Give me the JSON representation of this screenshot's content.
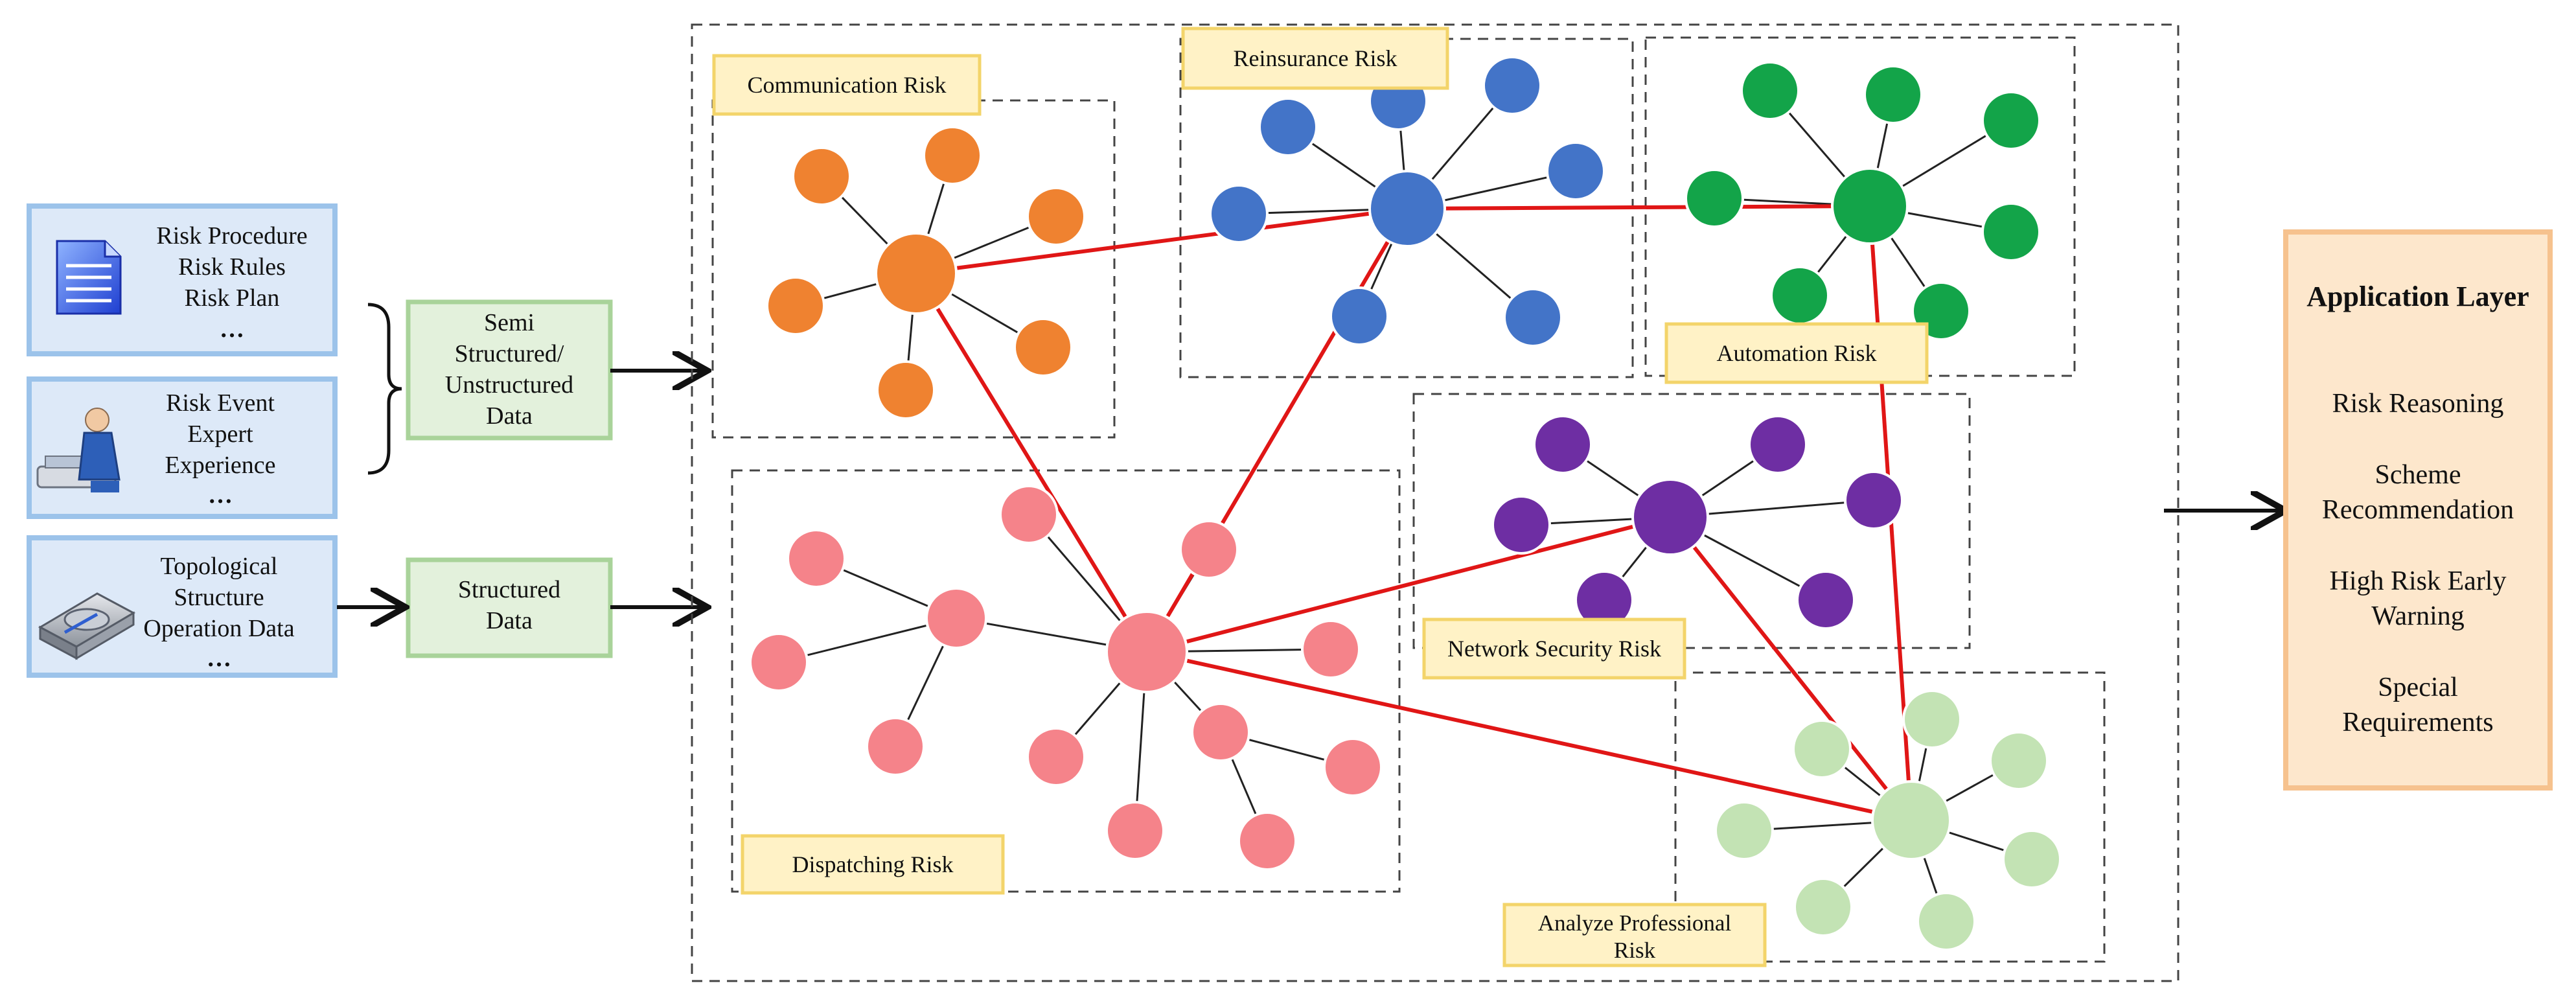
{
  "sources": [
    {
      "lines": [
        "Risk Procedure",
        "Risk Rules",
        "Risk Plan",
        "…"
      ],
      "icon": "document-icon"
    },
    {
      "lines": [
        "Risk Event",
        "Expert",
        "Experience",
        "…"
      ],
      "icon": "expert-person-icon"
    },
    {
      "lines": [
        "Topological",
        "Structure",
        "Operation Data",
        "…"
      ],
      "icon": "hard-disk-icon"
    }
  ],
  "data_types": {
    "semi": [
      "Semi",
      "Structured/",
      "Unstructured",
      "Data"
    ],
    "structured": [
      "Structured",
      "Data"
    ]
  },
  "clusters": {
    "communication": {
      "label": "Communication Risk",
      "color": "#ef8230"
    },
    "reinsurance": {
      "label": "Reinsurance Risk",
      "color": "#4374c8"
    },
    "automation": {
      "label": "Automation Risk",
      "color": "#13a449"
    },
    "network": {
      "label": "Network Security Risk",
      "color": "#6e2ea3"
    },
    "dispatching": {
      "label": "Dispatching Risk",
      "color": "#f5838a"
    },
    "professional": {
      "label": [
        "Analyze Professional",
        "Risk"
      ],
      "color": "#c3e3b4"
    }
  },
  "application": {
    "title": "Application Layer",
    "items": [
      [
        "Risk Reasoning"
      ],
      [
        "Scheme",
        "Recommendation"
      ],
      [
        "High Risk Early",
        "Warning"
      ],
      [
        "Special",
        "Requirements"
      ]
    ]
  },
  "colors": {
    "link": "#e01616",
    "arrow": "#111111"
  }
}
